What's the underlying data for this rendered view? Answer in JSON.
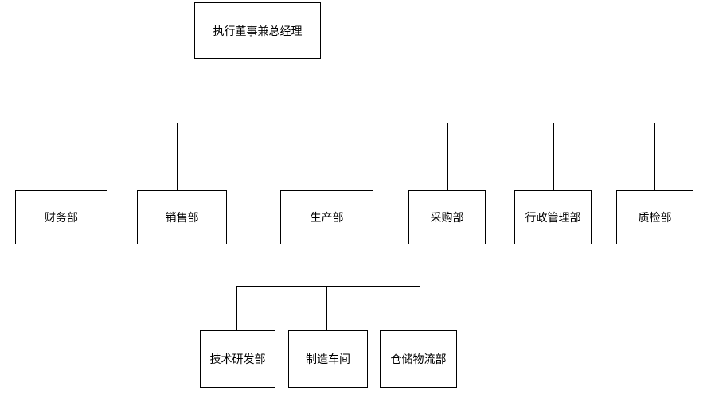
{
  "org_chart": {
    "root": {
      "label": "执行董事兼总经理"
    },
    "departments": [
      {
        "label": "财务部"
      },
      {
        "label": "销售部"
      },
      {
        "label": "生产部"
      },
      {
        "label": "采购部"
      },
      {
        "label": "行政管理部"
      },
      {
        "label": "质检部"
      }
    ],
    "production_units": [
      {
        "label": "技术研发部"
      },
      {
        "label": "制造车间"
      },
      {
        "label": "仓储物流部"
      }
    ]
  }
}
